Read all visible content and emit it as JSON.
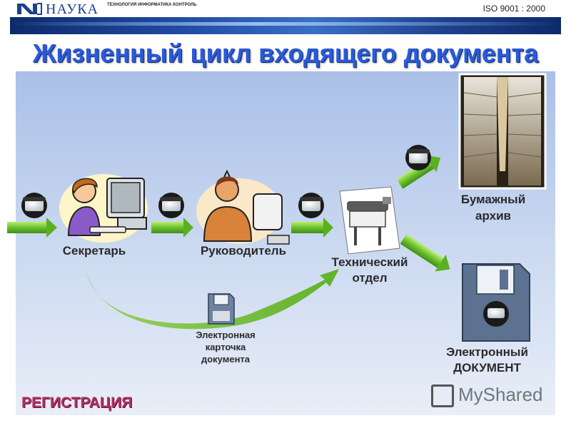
{
  "header": {
    "logo_text": "НАУКА",
    "tagline": "ТЕХНОЛОГИЯ ИНФОРМАТИКА КОНТРОЛЬ",
    "standard": "ISO 9001 : 2000"
  },
  "title": "Жизненный цикл входящего документа",
  "nodes": {
    "secretary": "Секретарь",
    "manager": "Руководитель",
    "tech_line1": "Технический",
    "tech_line2": "отдел",
    "paper_line1": "Бумажный",
    "paper_line2": "архив",
    "edoc_line1": "Электронный",
    "edoc_line2": "ДОКУМЕНТ",
    "card_line1": "Электронная",
    "card_line2": "карточка",
    "card_line3": "документа"
  },
  "footer": {
    "stage_label": "РЕГИСТРАЦИЯ",
    "watermark": "MyShared"
  },
  "colors": {
    "title": "#2a5bd7",
    "arrow": "#6cc030",
    "panel_top": "#a9c0e8",
    "stage_label": "#b03060"
  }
}
